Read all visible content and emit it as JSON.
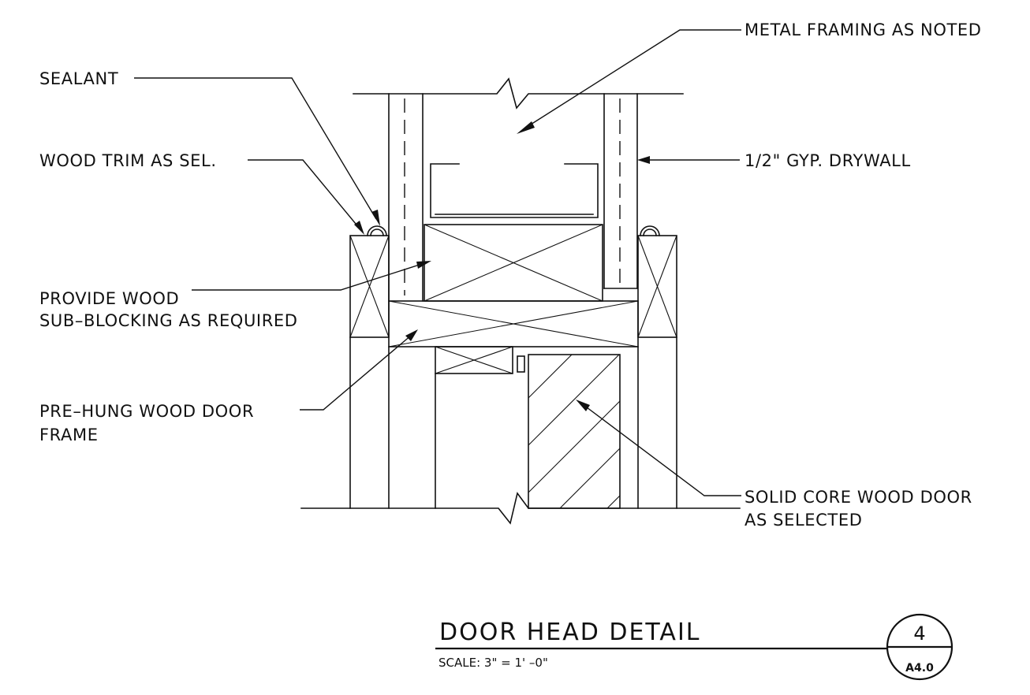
{
  "labels": {
    "metal_framing": "METAL FRAMING AS NOTED",
    "sealant": "SEALANT",
    "wood_trim": "WOOD TRIM AS SEL.",
    "drywall": "1/2\" GYP. DRYWALL",
    "sub_blocking_line1": "PROVIDE WOOD",
    "sub_blocking_line2": "SUB–BLOCKING AS REQUIRED",
    "door_frame_line1": "PRE–HUNG WOOD DOOR",
    "door_frame_line2": "FRAME",
    "door_line1": "SOLID CORE WOOD DOOR",
    "door_line2": "AS SELECTED"
  },
  "title_block": {
    "title": "DOOR HEAD DETAIL",
    "scale": "SCALE:  3\" = 1' –0\"",
    "detail_number": "4",
    "sheet_number": "A4.0"
  }
}
